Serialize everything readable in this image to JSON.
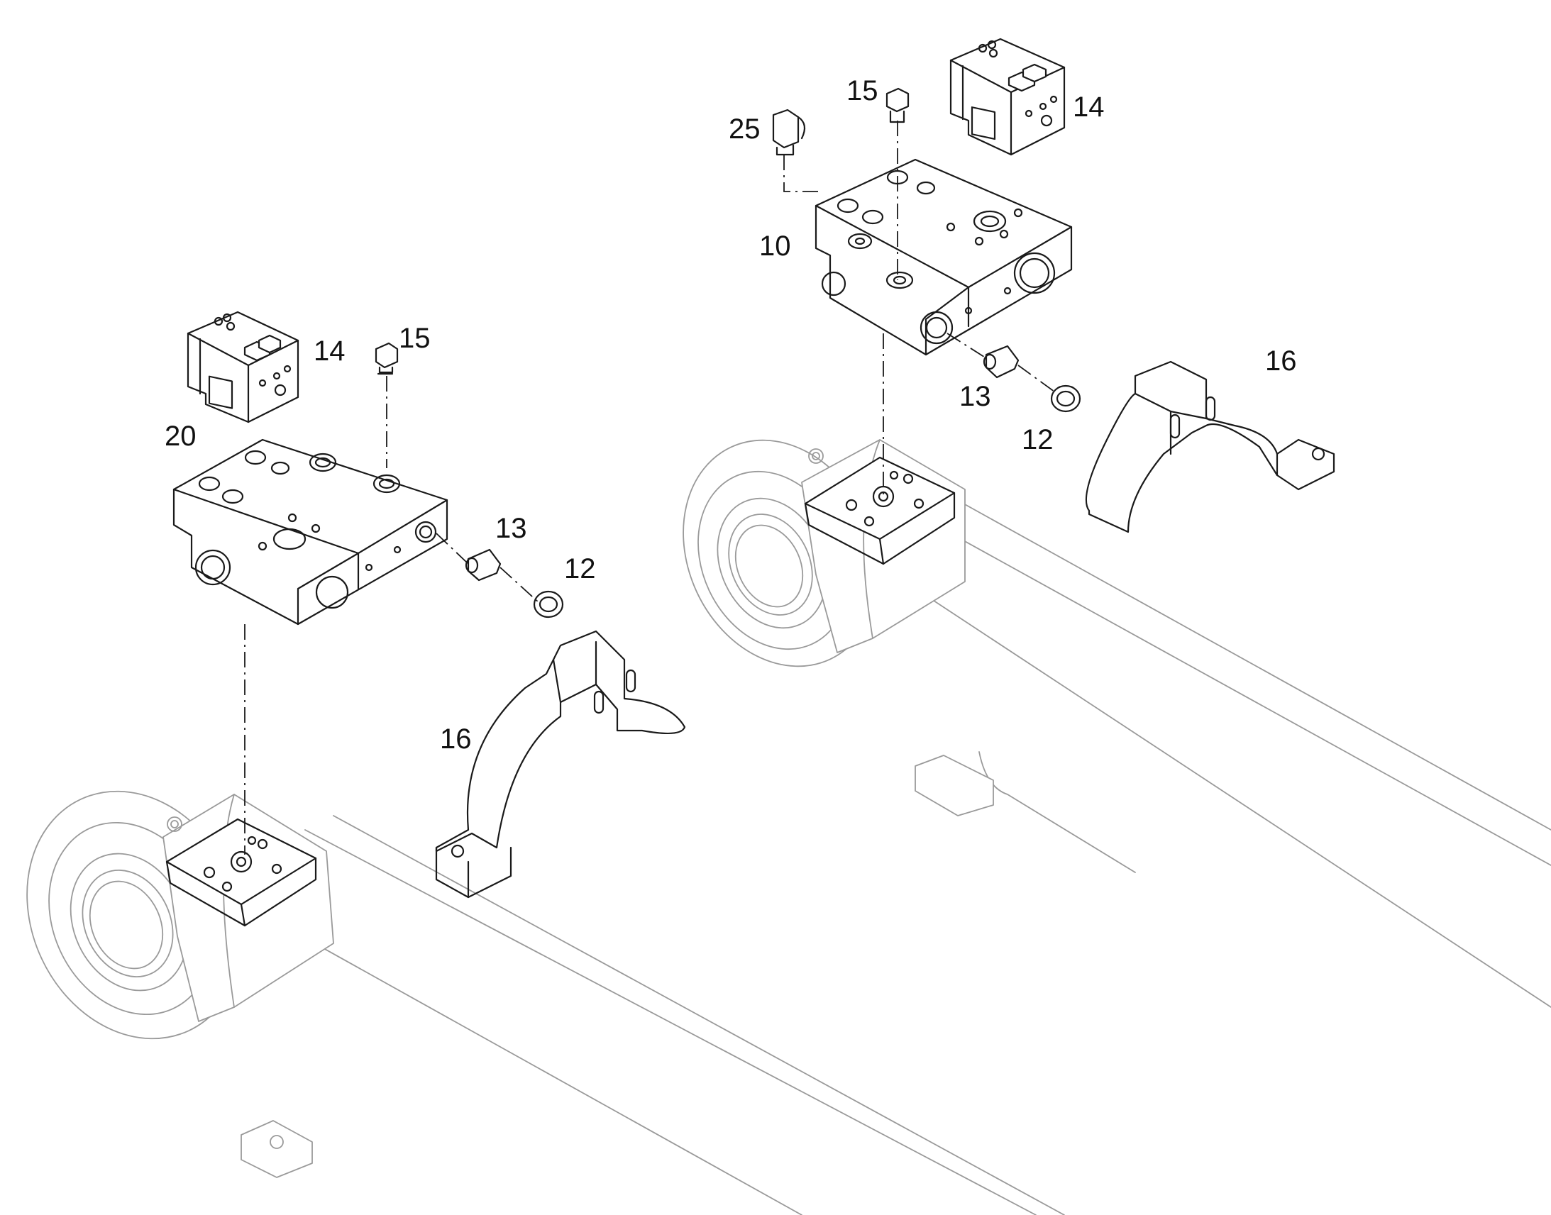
{
  "callouts": {
    "left": {
      "p14": "14",
      "p15": "15",
      "p20": "20",
      "p13": "13",
      "p12": "12",
      "p16": "16"
    },
    "right": {
      "p15": "15",
      "p25": "25",
      "p14": "14",
      "p10": "10",
      "p13": "13",
      "p12": "12",
      "p16": "16"
    }
  },
  "colors": {
    "line": "#1a1a1a",
    "cylinder_line": "#9a9a9a",
    "background": "#ffffff"
  }
}
